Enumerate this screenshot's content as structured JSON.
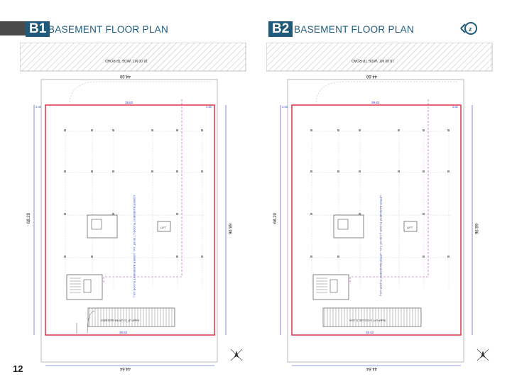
{
  "page_number": "12",
  "plans": [
    {
      "code": "B1",
      "title": "BASEMENT FLOOR PLAN",
      "road": "18.00 MT. WIDE TP ROAD",
      "dims": {
        "top": "44.68",
        "bottom": "44.64",
        "left": "68.20",
        "right": "68.96",
        "inner_top": "39.82",
        "inner_bottom": "39.52",
        "left_small": "3.05",
        "right_small": "0.85"
      },
      "floor_label": "LOWER BASEMENT FLOOR (-7.50 MT. LVL. LOWER BASEMENT FLOOR LVL)",
      "ramp_label": "RAMP UP TO UPPER BASEMENT",
      "lift_label": "LIFT"
    },
    {
      "code": "B2",
      "title": "BASEMENT FLOOR PLAN",
      "road": "18.00 MT. WIDE TP ROAD",
      "dims": {
        "top": "44.68",
        "bottom": "44.64",
        "left": "68.20",
        "right": "68.96",
        "inner_top": "39.82",
        "inner_bottom": "39.52",
        "left_small": "3.05",
        "right_small": "0.85"
      },
      "floor_label": "UPPER BASEMENT FLOOR (-3.60 MT. LVL. UPPER BASEMENT FLOOR LVL)",
      "ramp_label": "RAMP UP TO GROUND FLOOR",
      "lift_label": "LIFT"
    }
  ],
  "colors": {
    "accent": "#1f5a7a",
    "boundary": "#d9263a",
    "dimension": "#2a3dbf",
    "ramp": "#c03ac0"
  }
}
